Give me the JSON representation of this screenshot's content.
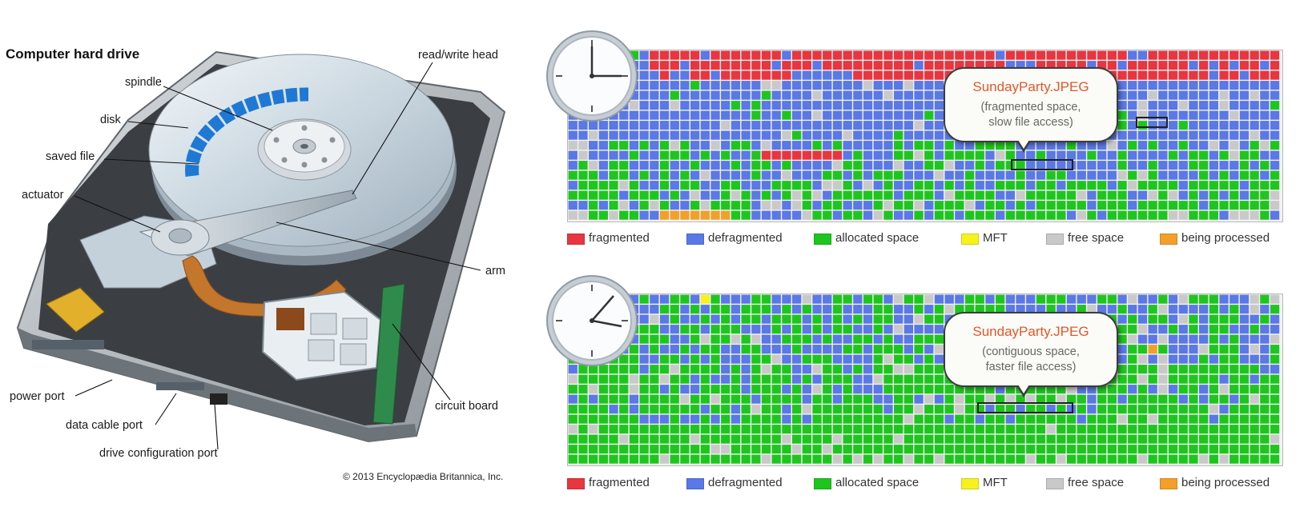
{
  "hard_drive": {
    "title": "Computer hard drive",
    "labels": {
      "spindle": "spindle",
      "disk": "disk",
      "saved_file": "saved file",
      "actuator": "actuator",
      "read_write_head": "read/write head",
      "arm": "arm",
      "circuit_board": "circuit board",
      "power_port": "power port",
      "data_cable_port": "data cable port",
      "drive_configuration_port": "drive configuration port"
    },
    "copyright": "© 2013 Encyclopædia Britannica, Inc."
  },
  "legend": {
    "fragmented": "fragmented",
    "defragmented": "defragmented",
    "allocated": "allocated space",
    "mft": "MFT",
    "free": "free space",
    "processing": "being processed"
  },
  "colors": {
    "fragmented": "#e8353f",
    "defragmented": "#5a78e6",
    "allocated": "#1fc51f",
    "mft": "#f7f21e",
    "free": "#c9c9c9",
    "processing": "#f2a02a",
    "callout_filename": "#e0582b",
    "disk_blue": "#1f78d4"
  },
  "panels": {
    "before": {
      "filename": "SundayParty.JPEG",
      "desc_line1": "(fragmented space,",
      "desc_line2": "slow file access)"
    },
    "after": {
      "filename": "SundayParty.JPEG",
      "desc_line1": "(contiguous space,",
      "desc_line2": "faster file access)"
    }
  }
}
